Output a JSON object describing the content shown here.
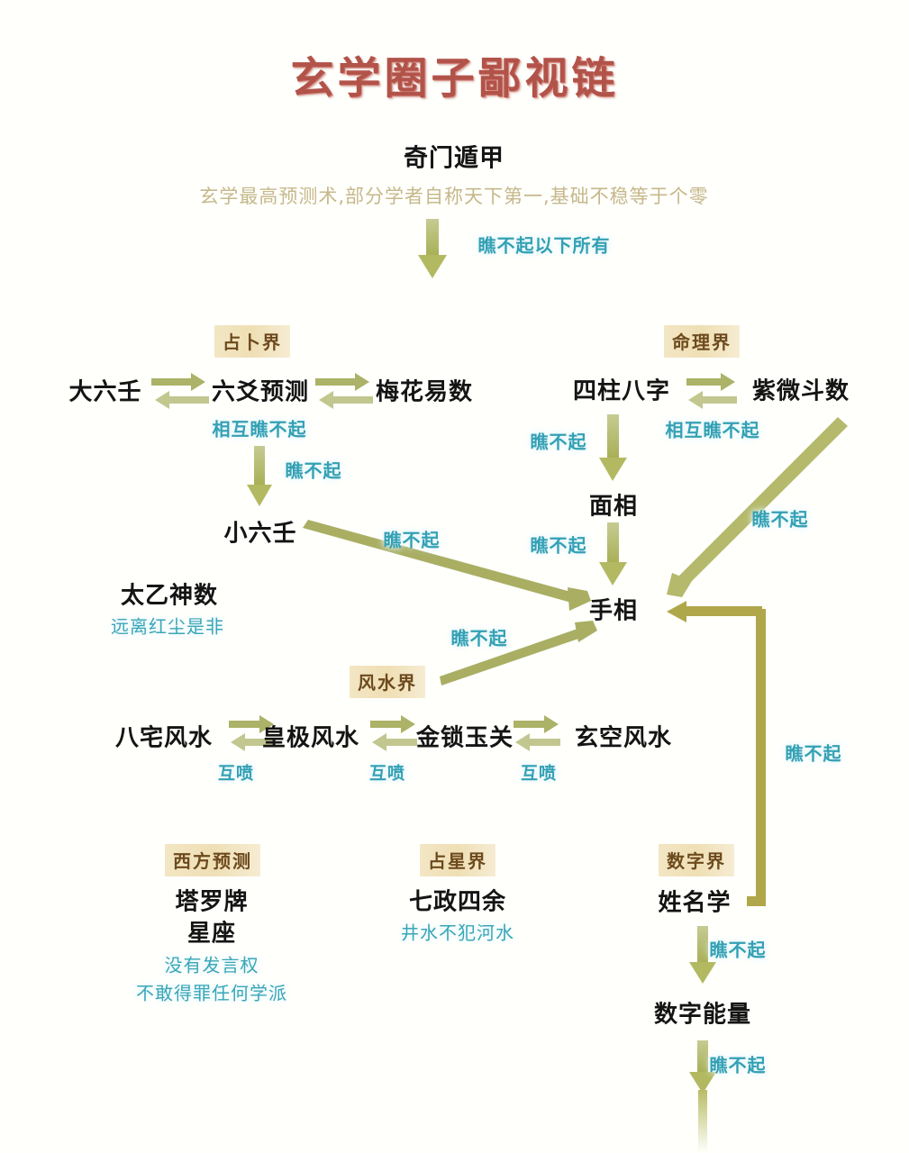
{
  "title": "玄学圈子鄙视链",
  "colors": {
    "background": "#fffffc",
    "title": "#b2534a",
    "arrow": "#a8ae5c",
    "label_cyan": "#34a0b4",
    "badge_bg": "#efdfb5",
    "badge_text": "#6d4a1e",
    "subtext_tan": "#c6b88a",
    "node_text": "#141414"
  },
  "top": {
    "node": "奇门遁甲",
    "desc": "玄学最高预测术,部分学者自称天下第一,基础不稳等于个零",
    "arrow_label": "瞧不起以下所有"
  },
  "groups": {
    "divination": {
      "badge": "占卜界",
      "nodes": [
        "大六壬",
        "六爻预测",
        "梅花易数"
      ],
      "mutual_label": "相互瞧不起",
      "down_label": "瞧不起",
      "child": "小六壬"
    },
    "fate": {
      "badge": "命理界",
      "nodes": [
        "四柱八字",
        "紫微斗数"
      ],
      "mutual_label": "相互瞧不起",
      "left_down_label": "瞧不起",
      "face_node": "面相",
      "face_down_label": "瞧不起",
      "ziwei_diag_label": "瞧不起",
      "palm_node": "手相"
    },
    "taiyi": {
      "node": "太乙神数",
      "note": "远离红尘是非"
    },
    "fengshui": {
      "badge": "风水界",
      "nodes": [
        "八宅风水",
        "皇极风水",
        "金锁玉关",
        "玄空风水"
      ],
      "mutual_labels": [
        "互喷",
        "互喷",
        "互喷"
      ],
      "up_label": "瞧不起"
    },
    "western": {
      "badge": "西方预测",
      "nodes": [
        "塔罗牌",
        "星座"
      ],
      "notes": [
        "没有发言权",
        "不敢得罪任何学派"
      ]
    },
    "astrology": {
      "badge": "占星界",
      "node": "七政四余",
      "note": "井水不犯河水"
    },
    "numerology": {
      "badge": "数字界",
      "nodes": [
        "姓名学",
        "数字能量"
      ],
      "up_to_palm_label": "瞧不起",
      "down_labels": [
        "瞧不起",
        "瞧不起"
      ]
    }
  },
  "edges": {
    "xiaoliuren_to_palm_label": "瞧不起"
  }
}
